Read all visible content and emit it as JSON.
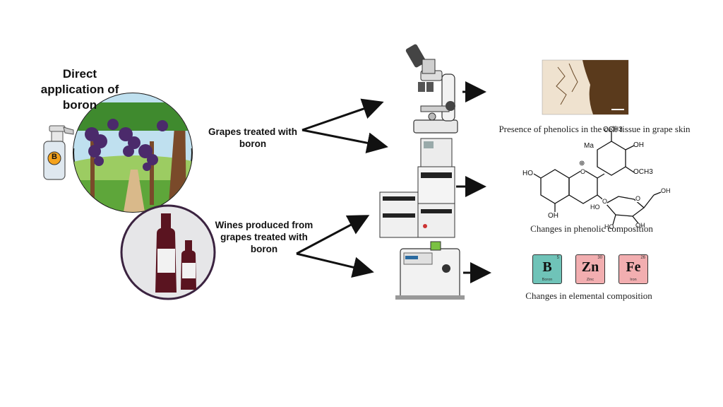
{
  "left": {
    "title_lines": [
      "Direct",
      "application of",
      "boron"
    ],
    "spray_label": "B",
    "grapes_label_lines": [
      "Grapes treated with",
      "boron"
    ],
    "wines_label_lines": [
      "Wines produced from",
      "grapes treated with",
      "boron"
    ]
  },
  "right": {
    "microscopy_caption": "Presence of phenolics in the cell tissue in grape skin",
    "phenolic_caption": "Changes in phenolic composition",
    "elemental_caption": "Changes in elemental composition",
    "molecule_labels": {
      "och3_top": "OCH3",
      "ma": "Ma",
      "oh_right": "OH",
      "och3_right": "OCH3",
      "oplus": "⊕",
      "o_ring": "O",
      "o_link": "O",
      "oh_left": "HO",
      "oh_bottom": "OH",
      "sugar_oh1": "HO",
      "sugar_oh2": "HO",
      "sugar_oh3": "OH",
      "sugar_oh4": "OH",
      "sugar_o": "O"
    },
    "elements": [
      {
        "symbol": "B",
        "number": "5",
        "name": "Boron",
        "color": "#6fc3b8"
      },
      {
        "symbol": "Zn",
        "number": "30",
        "name": "Zinc",
        "color": "#f2aeb0"
      },
      {
        "symbol": "Fe",
        "number": "26",
        "name": "Iron",
        "color": "#f2aeb0"
      }
    ]
  }
}
